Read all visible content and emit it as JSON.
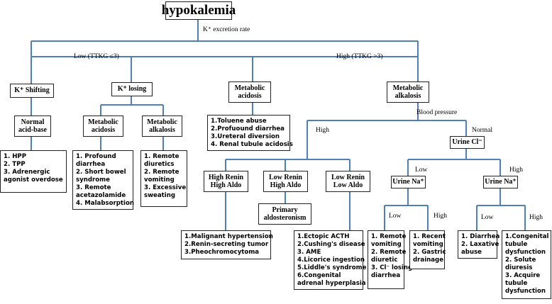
{
  "root": "hypokalemia",
  "edge_labels": {
    "excretion": "K⁺ excretion rate",
    "low": "Low (TTKG ≤3)",
    "high": "High (TTKG >3)",
    "blood_pressure": "Blood pressure",
    "bp_high": "High",
    "bp_normal": "Normal",
    "cl_low": "Low",
    "cl_high": "High",
    "na1_low": "Low",
    "na1_high": "High",
    "na2_low": "Low",
    "na2_high": "High"
  },
  "nodes": {
    "k_shifting": "K⁺ Shifting",
    "k_losing": "K⁺ losing",
    "metabolic_acidosis": [
      "Metabolic",
      "acidosis"
    ],
    "metabolic_alkalosis": [
      "Metabolic",
      "alkalosis"
    ],
    "normal_acid_base": [
      "Normal",
      "acid-base"
    ],
    "losing_acidosis": [
      "Metabolic",
      "acidosis"
    ],
    "losing_alkalosis": [
      "Metabolic",
      "alkalosis"
    ],
    "high_renin_high_aldo": [
      "High Renin",
      "High Aldo"
    ],
    "low_renin_high_aldo": [
      "Low Renin",
      "High Aldo"
    ],
    "low_renin_low_aldo": [
      "Low Renin",
      "Low Aldo"
    ],
    "primary_aldo": [
      "Primary",
      "aldosteronism"
    ],
    "urine_cl": "Urine Cl⁻",
    "urine_na_1": "Urine Na⁺",
    "urine_na_2": "Urine Na⁺"
  },
  "lists": {
    "shifting_causes": [
      "1. HPP",
      "2. TPP",
      "3. Adrenergic",
      "    agonist overdose"
    ],
    "acidosis_causes": [
      "1. Profound",
      "    diarrhea",
      "2. Short bowel",
      "    syndrome",
      "3. Remote",
      "    acetazolamide",
      "4. Malabsorption"
    ],
    "alkalosis_causes": [
      "1. Remote",
      "    diuretics",
      "2. Remote",
      "    vomiting",
      "3. Excessive",
      "    sweating"
    ],
    "met_acidosis_causes": [
      "1.Toluene abuse",
      "2.Profuound diarrhea",
      "3.Ureteral diversion",
      "4. Renal tubule acidosis"
    ],
    "high_renin_causes": [
      "1.Malignant  hypertension",
      "2.Renin-secreting  tumor",
      "3.Pheochromocytoma"
    ],
    "low_renin_low_aldo_causes": [
      "1.Ectopic ACTH",
      "2.Cushing's disease",
      "3. AME",
      "4.Licorice ingestion",
      "5.Liddle's syndrome",
      "6.Congenital",
      "adrenal hyperplasia"
    ],
    "na1_low_causes": [
      "1. Remote",
      "    vomiting",
      "2. Remote",
      "    diuretic",
      "3. Cl⁻ losing",
      "    diarrhea"
    ],
    "na1_high_causes": [
      "1. Recent",
      "    vomiting",
      "2. Gastric",
      "    drainage"
    ],
    "na2_low_causes": [
      "1. Diarrhea",
      "2. Laxative",
      "    abuse"
    ],
    "na2_high_causes": [
      "1.Congenital",
      "   tubule",
      "   dysfunction",
      "2. Solute",
      "   diuresis",
      "3. Acquire",
      "   tubule",
      "   dysfunction"
    ]
  },
  "colors": {
    "connector": "#4f7fb5",
    "border": "#222222"
  }
}
